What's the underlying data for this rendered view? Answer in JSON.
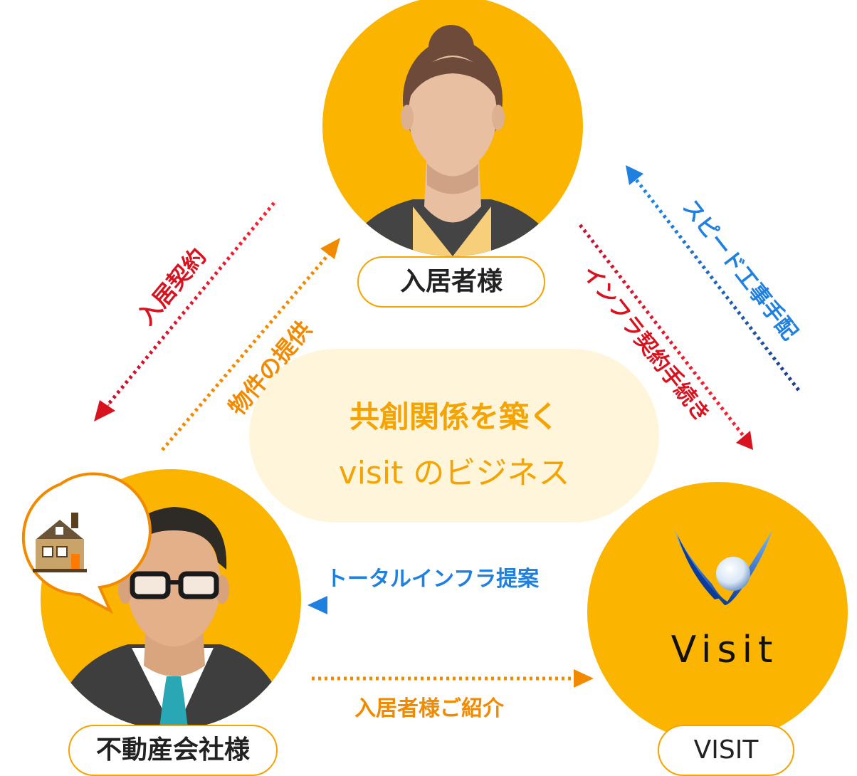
{
  "center": {
    "line1": "共創関係を築く",
    "line2": "visit のビジネス"
  },
  "nodes": {
    "resident": "入居者様",
    "realestate": "不動産会社様",
    "visit": "VISIT"
  },
  "logo": {
    "wordmark": "Visit"
  },
  "arrows": {
    "resident_to_realestate": "入居契約",
    "realestate_to_resident": "物件の提供",
    "resident_to_visit": "インフラ契約手続き",
    "visit_to_resident": "スピード工事手配",
    "visit_to_realestate": "トータルインフラ提案",
    "realestate_to_visit": "入居者様ご紹介"
  },
  "colors": {
    "circle": "#fbb400",
    "label_border": "#f5a300",
    "red": "#d9121f",
    "orange": "#f28a00",
    "blue": "#1f80e0",
    "navy": "#1e3d8a"
  },
  "icons": [
    "resident-avatar-icon",
    "businessman-avatar-icon",
    "house-icon",
    "visit-v-logo-icon"
  ]
}
